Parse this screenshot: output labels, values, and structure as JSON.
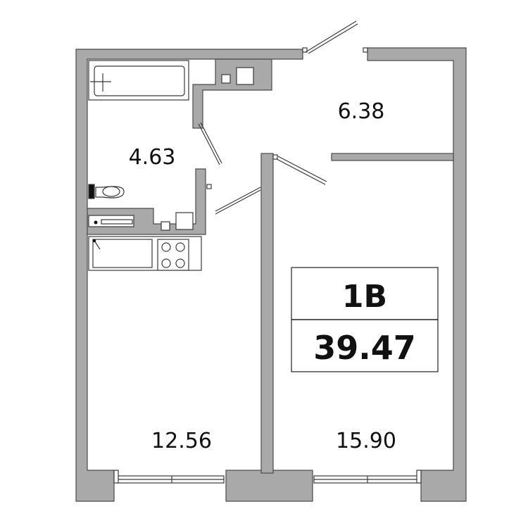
{
  "plan": {
    "rooms": [
      {
        "id": "bathroom",
        "area": "4.63"
      },
      {
        "id": "hall",
        "area": "6.38"
      },
      {
        "id": "kitchen",
        "area": "12.56"
      },
      {
        "id": "bedroom",
        "area": "15.90"
      }
    ],
    "apartment": {
      "type": "1В",
      "total_area": "39.47"
    },
    "colors": {
      "wall": "#a9a9a9",
      "wall_outline": "#4a4a4a",
      "background": "#ffffff"
    }
  }
}
